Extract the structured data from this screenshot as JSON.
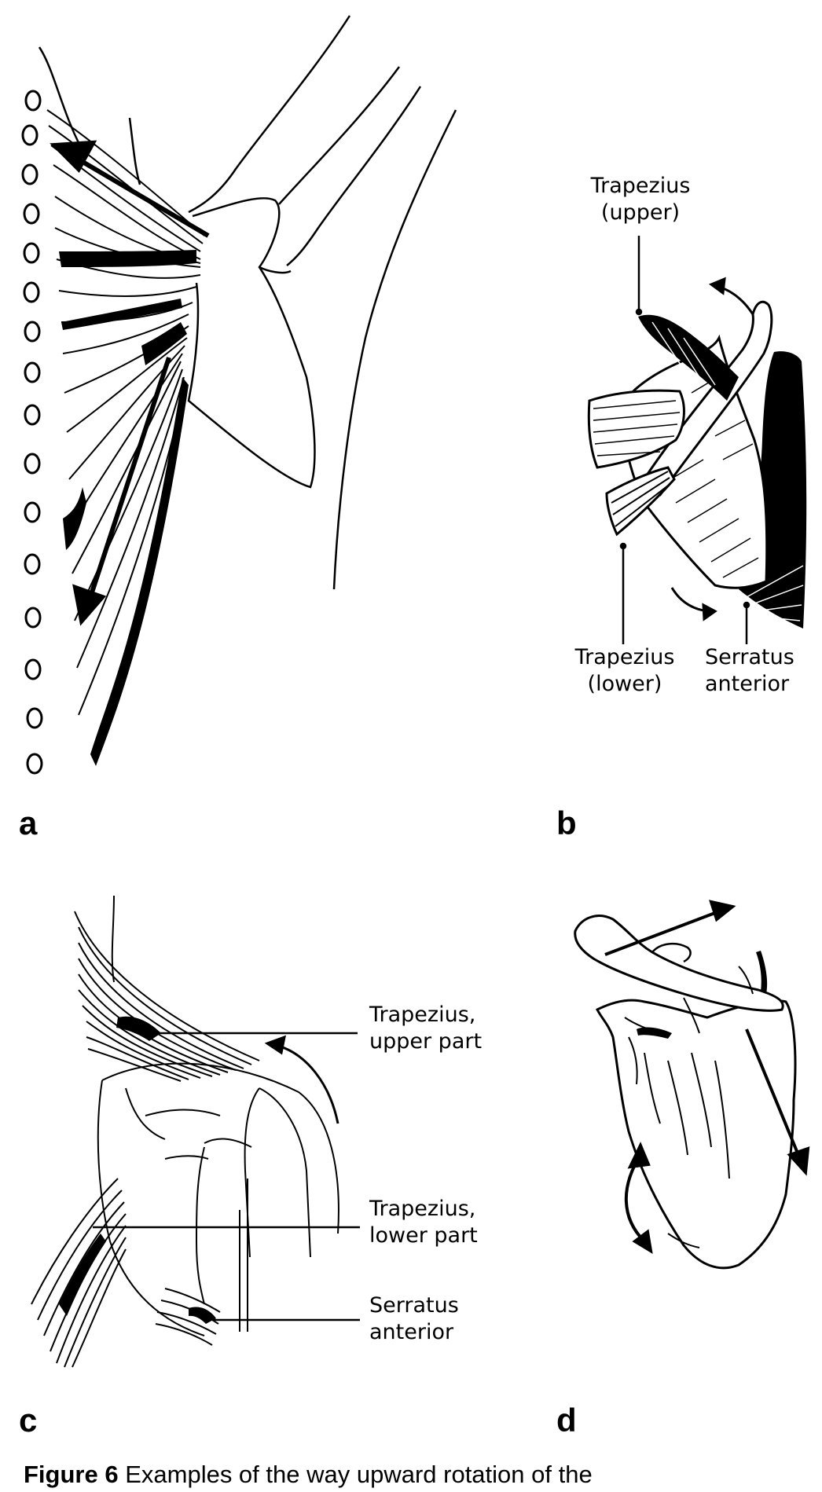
{
  "panels": {
    "a": {
      "letter": "a"
    },
    "b": {
      "letter": "b",
      "labels": {
        "trapezius_upper": "Trapezius\n(upper)",
        "trapezius_lower": "Trapezius\n(lower)",
        "serratus_anterior": "Serratus\nanterior"
      }
    },
    "c": {
      "letter": "c",
      "labels": {
        "trapezius_upper_part": "Trapezius,\nupper part",
        "trapezius_lower_part": "Trapezius,\nlower part",
        "serratus_anterior": "Serratus\nanterior"
      }
    },
    "d": {
      "letter": "d"
    }
  },
  "caption": {
    "figure_label": "Figure 6",
    "text": " Examples of the way upward rotation of the"
  }
}
